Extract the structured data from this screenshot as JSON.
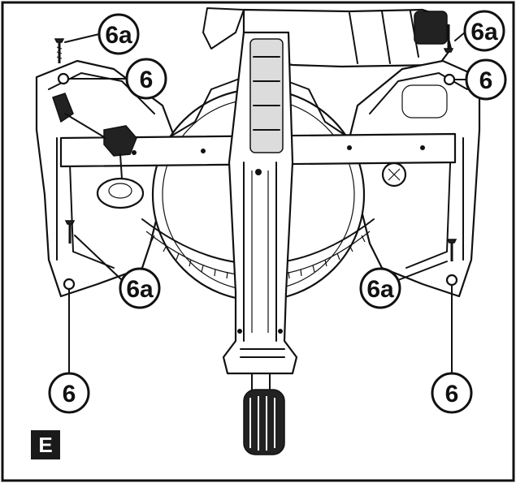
{
  "figure": {
    "label": "E",
    "colors": {
      "ink": "#111111",
      "paper": "#ffffff",
      "label_bg": "#1a1a1a",
      "label_fg": "#ffffff"
    }
  },
  "callouts": [
    {
      "id": "6a-top-left",
      "text": "6a"
    },
    {
      "id": "6-top-left",
      "text": "6"
    },
    {
      "id": "6a-top-right",
      "text": "6a"
    },
    {
      "id": "6-top-right",
      "text": "6"
    },
    {
      "id": "6a-mid-left",
      "text": "6a"
    },
    {
      "id": "6a-mid-right",
      "text": "6a"
    },
    {
      "id": "6-bottom-left",
      "text": "6"
    },
    {
      "id": "6-bottom-right",
      "text": "6"
    }
  ]
}
